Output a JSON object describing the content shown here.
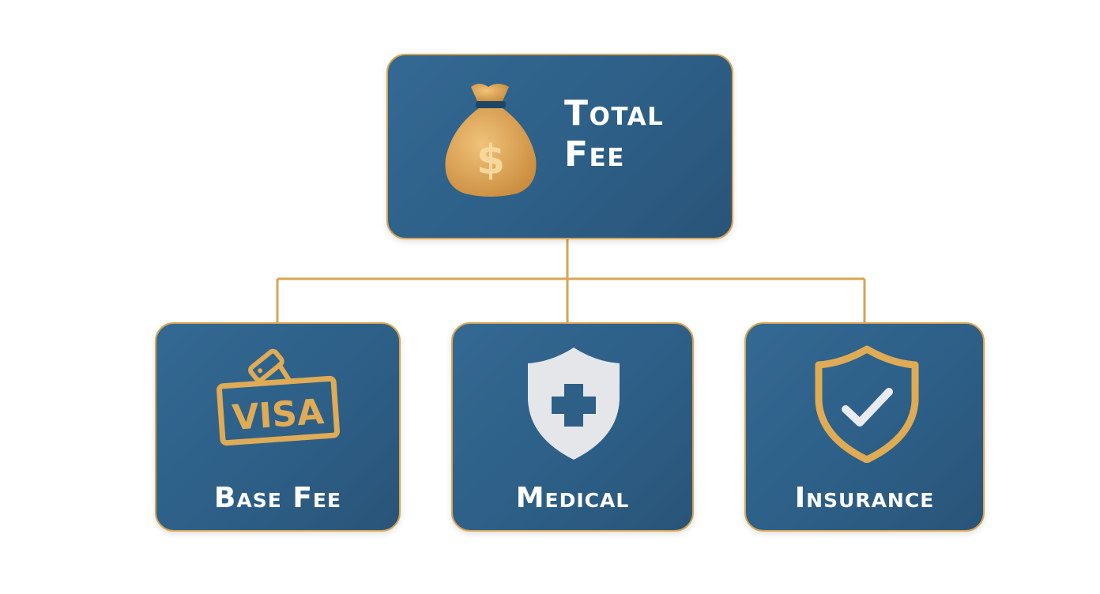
{
  "diagram": {
    "root": {
      "label_line1": "Total",
      "label_line2": "Fee",
      "icon": "money-bag-icon"
    },
    "children": [
      {
        "label": "Base Fee",
        "icon": "visa-stamp-icon",
        "icon_text": "VISA"
      },
      {
        "label": "Medical",
        "icon": "medical-shield-icon"
      },
      {
        "label": "Insurance",
        "icon": "check-shield-icon"
      }
    ],
    "colors": {
      "box_fill": "#2f6590",
      "box_border": "#d7a552",
      "connector": "#d7a552",
      "gold_icon": "#e0ab55",
      "text": "#ffffff",
      "background": "#ffffff"
    }
  }
}
